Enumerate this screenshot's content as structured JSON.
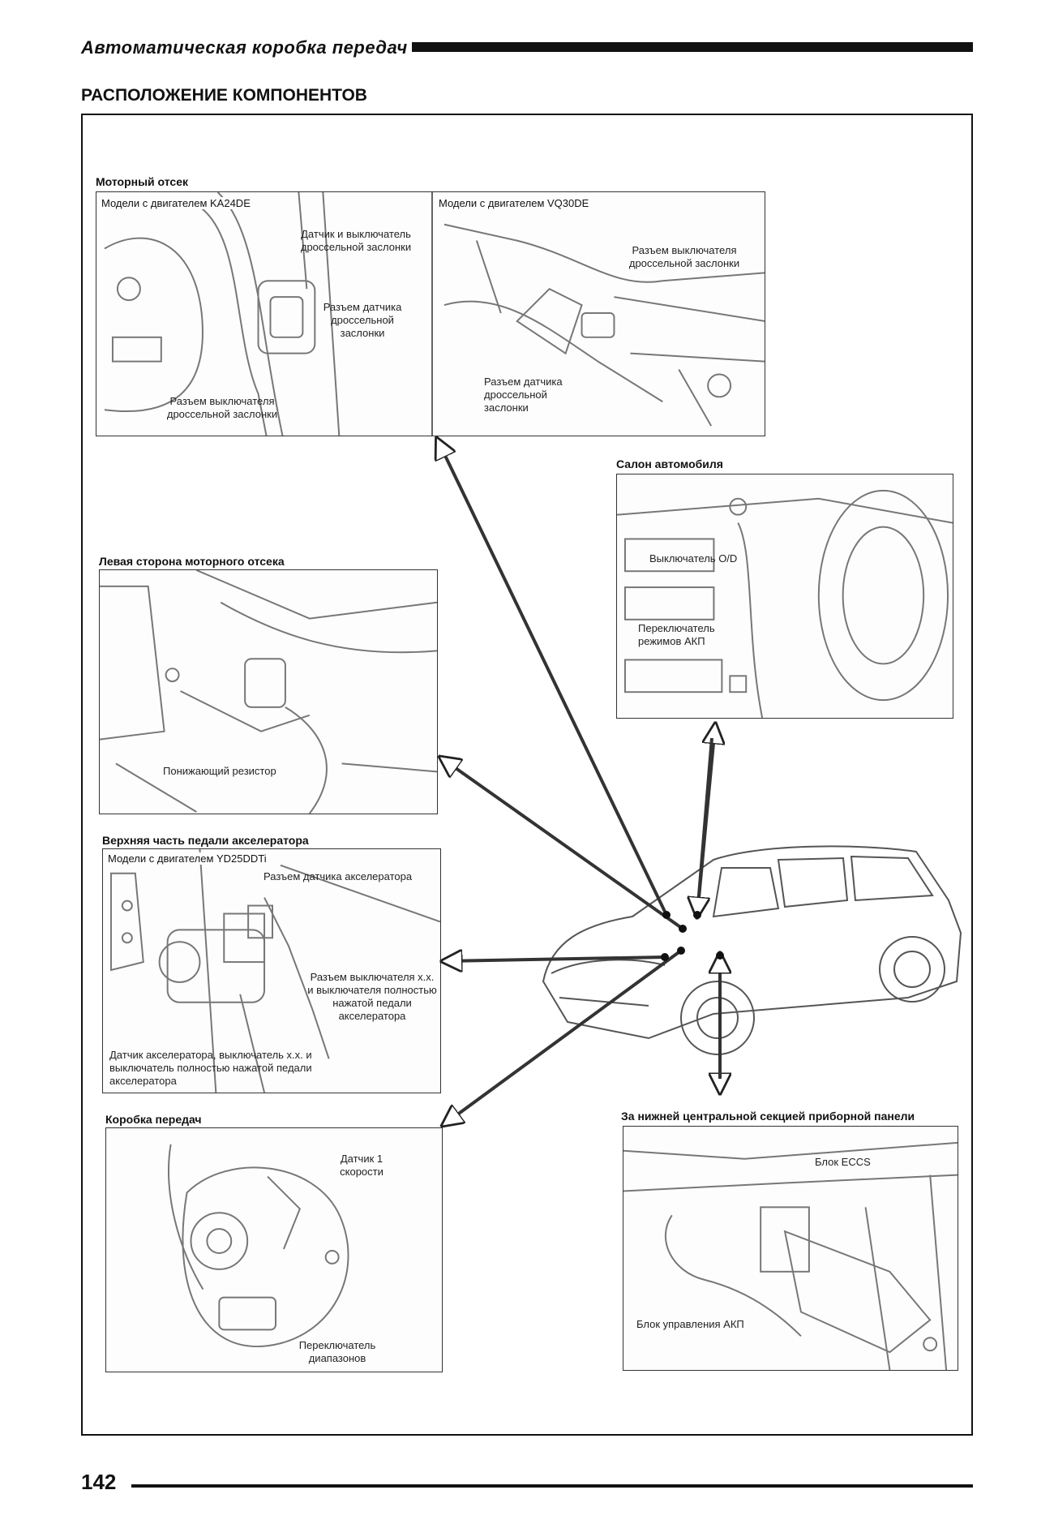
{
  "header": {
    "title": "Автоматическая коробка передач"
  },
  "section_title": "РАСПОЛОЖЕНИЕ КОМПОНЕНТОВ",
  "page_number": "142",
  "panels": {
    "engine_bay": {
      "caption": "Моторный отсек",
      "left": {
        "subtitle": "Модели с двигателем KA24DE",
        "labels": [
          "Датчик и выключатель дроссельной заслонки",
          "Разъем датчика дроссельной заслонки",
          "Разъем выключателя дроссельной заслонки"
        ]
      },
      "right": {
        "subtitle": "Модели с двигателем VQ30DE",
        "labels": [
          "Разъем выключателя дроссельной заслонки",
          "Разъем датчика дроссельной заслонки"
        ]
      }
    },
    "cabin": {
      "caption": "Салон автомобиля",
      "labels": [
        "Выключатель O/D",
        "Переключатель режимов АКП"
      ]
    },
    "left_engine": {
      "caption": "Левая сторона моторного отсека",
      "labels": [
        "Понижающий резистор"
      ]
    },
    "pedal": {
      "caption": "Верхняя часть педали акселератора",
      "subtitle": "Модели с двигателем YD25DDTi",
      "labels": [
        "Разъем датчика акселератора",
        "Разъем выключателя х.х. и выключателя полностью нажатой педали акселератора",
        "Датчик акселератора, выключатель х.х. и выключатель полностью нажатой педали акселератора"
      ]
    },
    "gearbox": {
      "caption": "Коробка передач",
      "labels": [
        "Датчик 1 скорости",
        "Переключатель диапазонов"
      ]
    },
    "under_panel": {
      "caption": "За нижней центральной секцией приборной панели",
      "labels": [
        "Блок ECCS",
        "Блок управления АКП"
      ]
    }
  }
}
